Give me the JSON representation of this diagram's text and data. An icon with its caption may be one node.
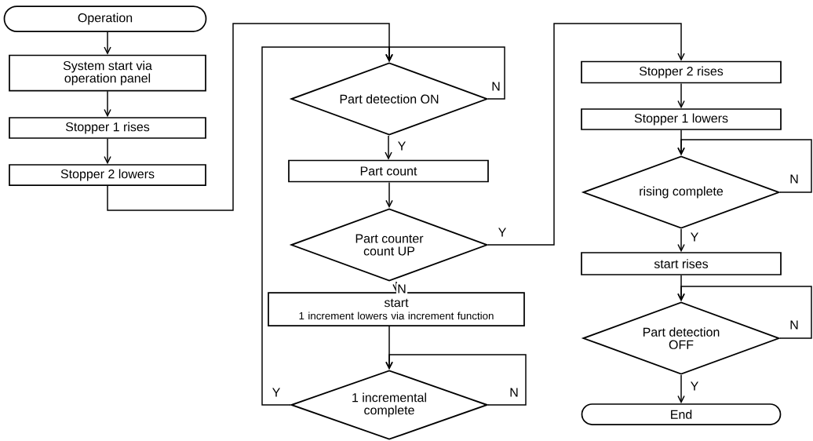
{
  "diagram": {
    "nodes": [
      {
        "text": [
          "Operation"
        ]
      },
      {
        "text": [
          "System start via operation panel"
        ]
      },
      {
        "text": [
          "Stopper 1 rises"
        ]
      },
      {
        "text": [
          "Stopper 2 lowers"
        ]
      },
      {
        "text": [
          "Part detection ON"
        ]
      },
      {
        "text": [
          "Part count"
        ]
      },
      {
        "text": [
          "Part counter count UP"
        ]
      },
      {
        "text": [
          "start",
          "1 increment lowers via increment function"
        ]
      },
      {
        "text": [
          "1 incremental complete"
        ]
      },
      {
        "text": [
          "Stopper 2 rises"
        ]
      },
      {
        "text": [
          "Stopper 1 lowers"
        ]
      },
      {
        "text": [
          "rising complete"
        ]
      },
      {
        "text": [
          "start rises"
        ]
      },
      {
        "text": [
          "Part detection OFF"
        ]
      },
      {
        "text": [
          "End"
        ]
      }
    ],
    "edges": [
      {
        "from": 0,
        "to": 1,
        "arrow": "to"
      },
      {
        "from": 1,
        "to": 2,
        "arrow": "to"
      },
      {
        "from": 2,
        "to": 3,
        "arrow": "to"
      },
      {
        "from": 3,
        "to": 4,
        "arrow": "to"
      },
      {
        "from": 4,
        "to": 4,
        "arrow": "to",
        "label": "N"
      },
      {
        "from": 4,
        "to": 5,
        "arrow": "to",
        "label": "Y"
      },
      {
        "from": 5,
        "to": 6,
        "arrow": "to"
      },
      {
        "from": 6,
        "to": 9,
        "arrow": "to",
        "label": "Y"
      },
      {
        "from": 6,
        "to": 7,
        "arrow": "to",
        "label": "N"
      },
      {
        "from": 7,
        "to": 8,
        "arrow": "to"
      },
      {
        "from": 8,
        "to": 8,
        "arrow": "to",
        "label": "N"
      },
      {
        "from": 8,
        "to": 4,
        "arrow": "to",
        "label": "Y"
      },
      {
        "from": 9,
        "to": 10,
        "arrow": "to"
      },
      {
        "from": 10,
        "to": 11,
        "arrow": "to"
      },
      {
        "from": 11,
        "to": 11,
        "arrow": "to",
        "label": "N"
      },
      {
        "from": 11,
        "to": 12,
        "arrow": "to",
        "label": "Y"
      },
      {
        "from": 12,
        "to": 13,
        "arrow": "to"
      },
      {
        "from": 13,
        "to": 13,
        "arrow": "to",
        "label": "N"
      },
      {
        "from": 13,
        "to": 14,
        "arrow": "to",
        "label": "Y"
      }
    ]
  }
}
